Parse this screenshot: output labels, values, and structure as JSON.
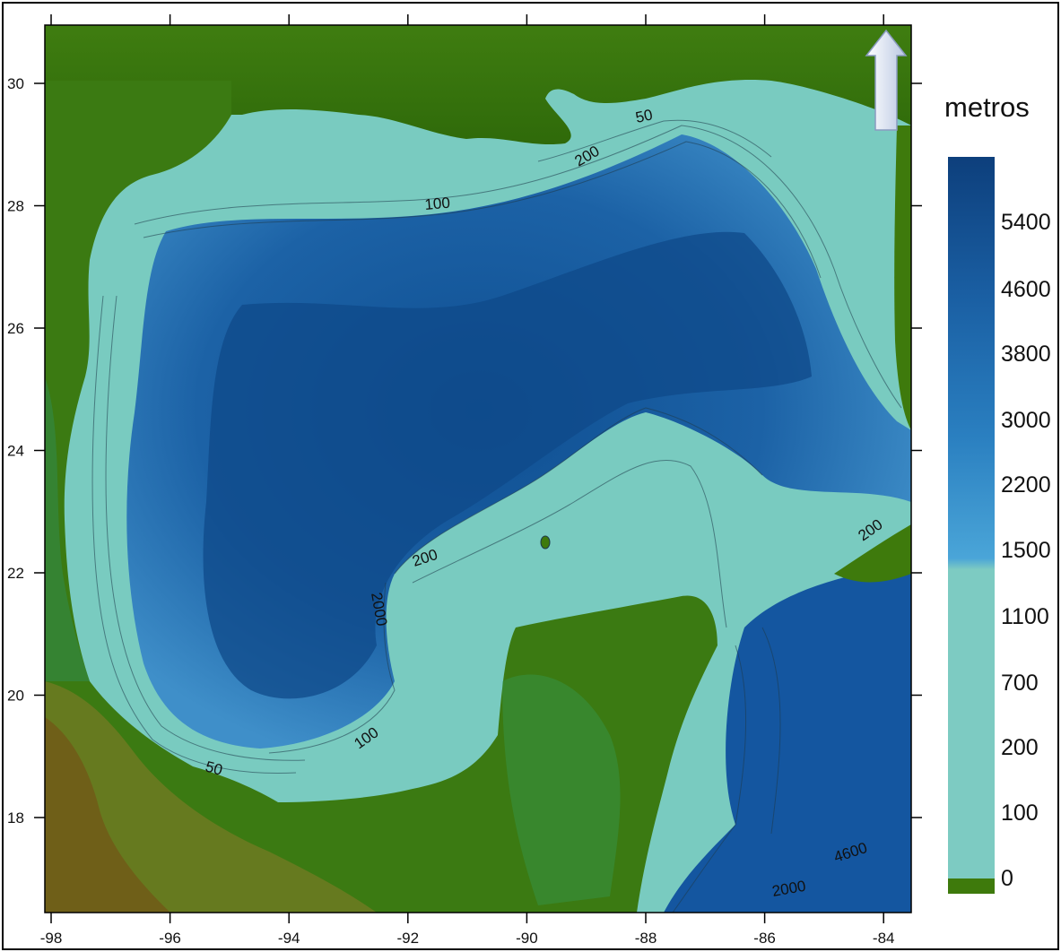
{
  "legend": {
    "title": "metros",
    "labels": [
      "5400",
      "4600",
      "3800",
      "3000",
      "2200",
      "1500",
      "1100",
      "700",
      "200",
      "100",
      "0"
    ]
  },
  "axes": {
    "longitude_ticks": [
      "-98",
      "-96",
      "-94",
      "-92",
      "-90",
      "-88",
      "-86",
      "-84"
    ],
    "latitude_ticks": [
      "30",
      "28",
      "26",
      "24",
      "22",
      "20",
      "18"
    ]
  },
  "contour_labels": {
    "c50_north": "50",
    "c200_north": "200",
    "c100_north": "100",
    "c200_campeche": "200",
    "c2000_west": "2000",
    "c100_south": "100",
    "c50_south": "50",
    "c200_east": "200",
    "c4600_caribbean": "4600",
    "c2000_caribbean": "2000"
  },
  "colors": {
    "land": "#3e7a0c",
    "shelf": "#79cbc0",
    "deep": "#0e4f8f"
  },
  "north_arrow": "north-arrow"
}
